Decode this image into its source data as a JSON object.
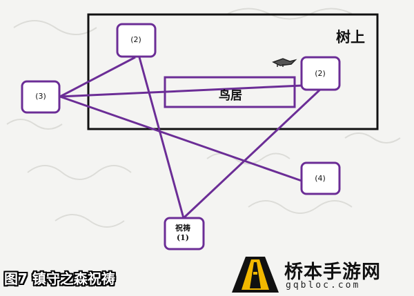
{
  "diagram": {
    "line_color": "#6b2d96",
    "region_label": "树上",
    "torii_label": "鸟居",
    "nodes": {
      "left_3": "(3)",
      "top_2": "(2)",
      "right_2": "(2)",
      "right_4": "(4)",
      "bottom_label": "祝祷",
      "bottom_num": "(1)"
    }
  },
  "caption": "图7 镇守之森祝祷",
  "watermark": {
    "site_name": "桥本手游网",
    "url": "gqbloc.com",
    "accent": "#f2b800"
  }
}
